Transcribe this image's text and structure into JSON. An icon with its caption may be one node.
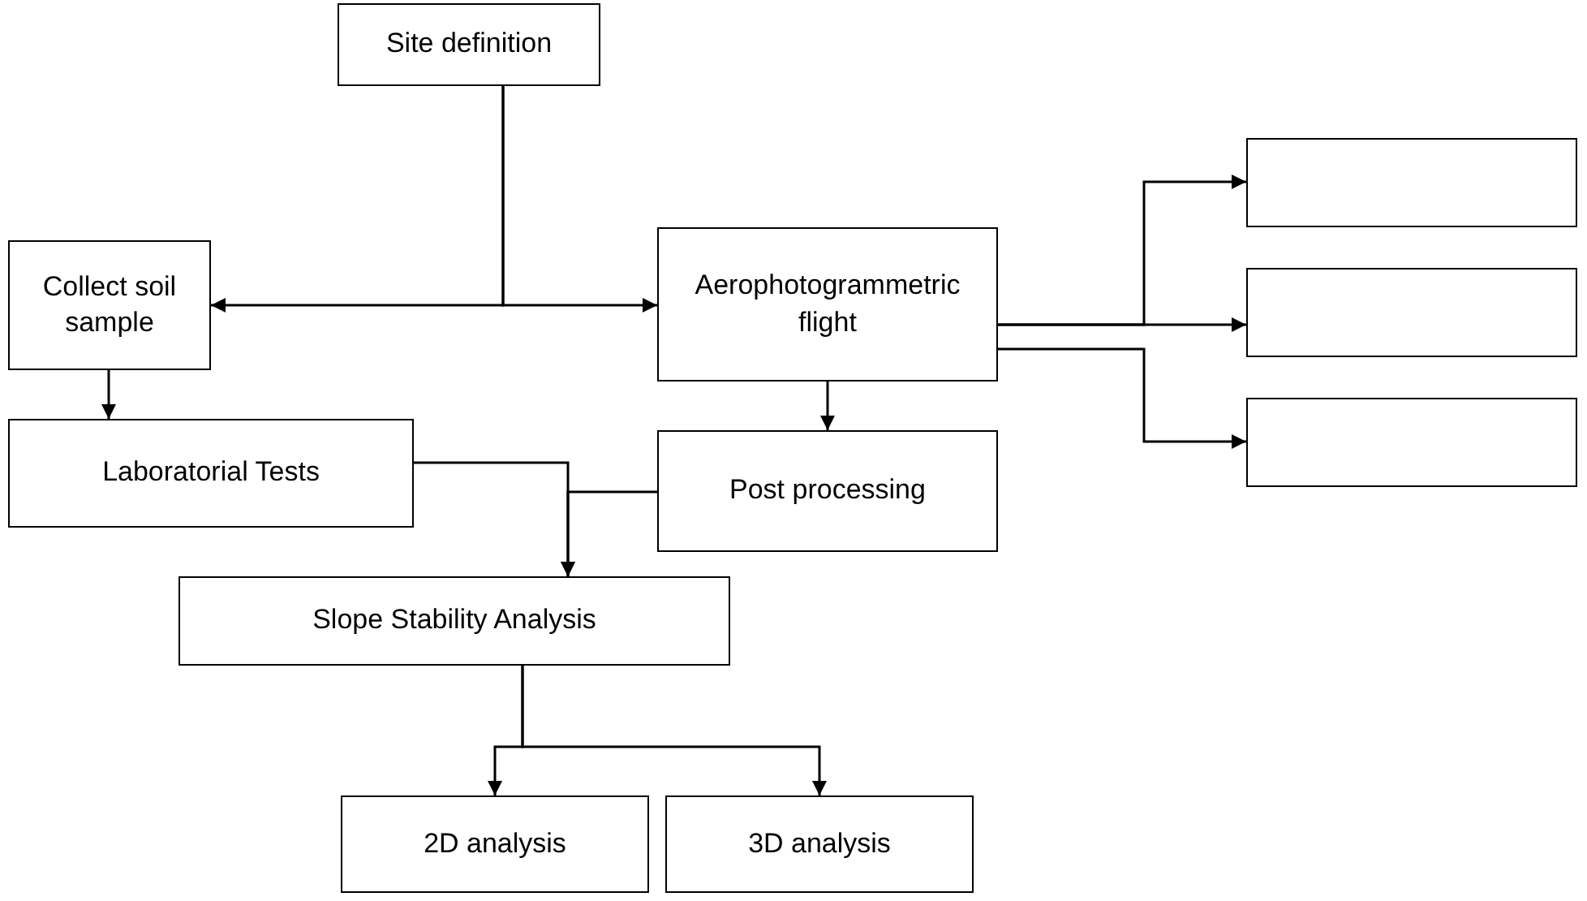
{
  "diagram": {
    "nodes": [
      {
        "text": [
          "Site definition"
        ]
      },
      {
        "text": [
          "Collect soil sample"
        ]
      },
      {
        "text": [
          "Aerophotogrammetric flight"
        ]
      },
      {
        "text": [],
        "shape": "box"
      },
      {
        "text": [],
        "shape": "box"
      },
      {
        "text": [],
        "shape": "box"
      },
      {
        "text": [
          "Laboratorial Tests"
        ]
      },
      {
        "text": [
          "Post processing"
        ]
      },
      {
        "text": [
          "Slope Stability Analysis"
        ]
      },
      {
        "text": [
          "2D analysis"
        ]
      },
      {
        "text": [
          "3D analysis"
        ]
      }
    ],
    "edges": [
      {
        "from": 0,
        "to": 1,
        "arrow": "to"
      },
      {
        "from": 0,
        "to": 2,
        "arrow": "to"
      },
      {
        "from": 2,
        "to": 3,
        "arrow": "to"
      },
      {
        "from": 2,
        "to": 4,
        "arrow": "to"
      },
      {
        "from": 2,
        "to": 5,
        "arrow": "to"
      },
      {
        "from": 1,
        "to": 6,
        "arrow": "to"
      },
      {
        "from": 2,
        "to": 7,
        "arrow": "to"
      },
      {
        "from": 6,
        "to": 8,
        "arrow": "to"
      },
      {
        "from": 7,
        "to": 8,
        "arrow": "to"
      },
      {
        "from": 8,
        "to": 9,
        "arrow": "to"
      },
      {
        "from": 8,
        "to": 10,
        "arrow": "to"
      }
    ]
  }
}
